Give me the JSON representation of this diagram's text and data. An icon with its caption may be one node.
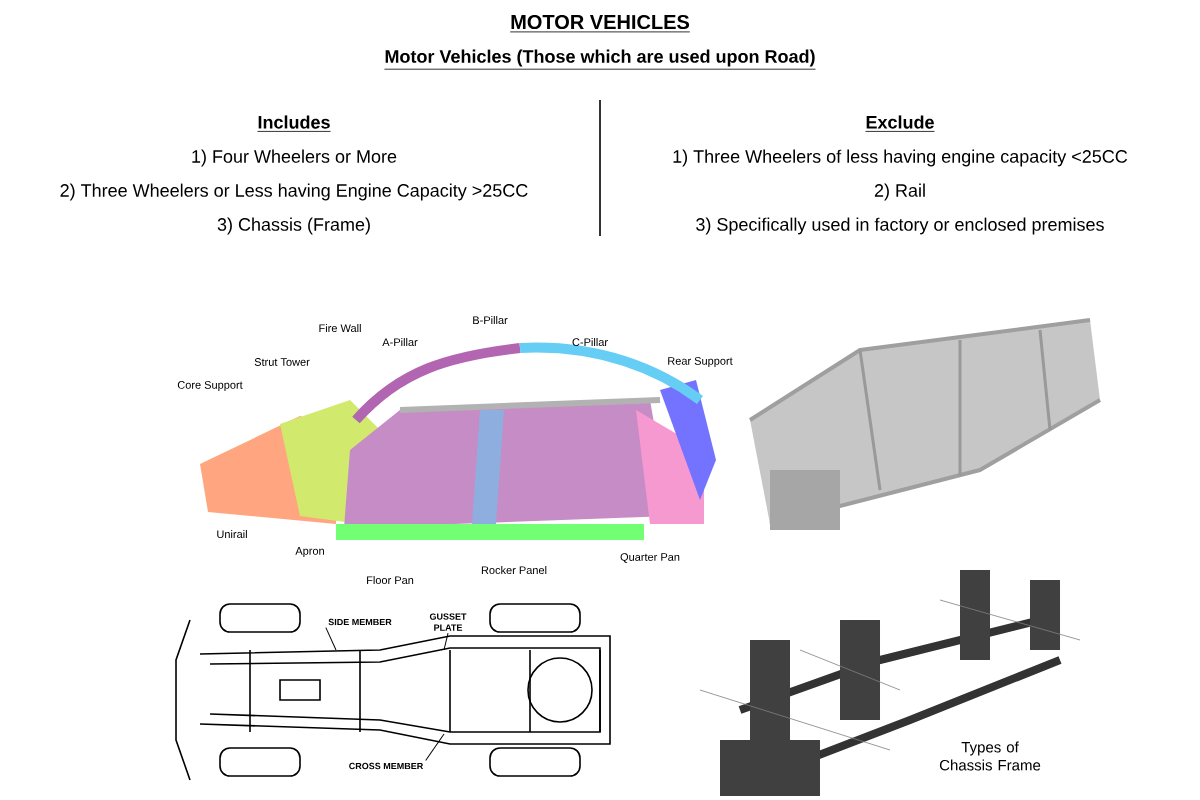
{
  "diagram": {
    "title": "MOTOR VEHICLES",
    "nodes": [
      {
        "text": [
          "SIDE MEMBER"
        ]
      },
      {
        "text": [
          "GUSSET PLATE"
        ]
      },
      {
        "text": [
          "CROSS MEMBER"
        ]
      }
    ],
    "edges": [
      {
        "from": 0,
        "to": null,
        "arrow": "none"
      },
      {
        "from": 1,
        "to": null,
        "arrow": "none"
      },
      {
        "from": 2,
        "to": null,
        "arrow": "none"
      }
    ],
    "labels": [
      "Motor Vehicles (Those which are used upon Road)",
      "Includes",
      "1) Four Wheelers or More",
      "2) Three Wheelers or Less having Engine Capacity >25CC",
      "3) Chassis (Frame)",
      "Exclude",
      "1) Three Wheelers of less having engine capacity <25CC",
      "2) Rail",
      "3) Specifically used in factory or enclosed premises",
      "Fire Wall",
      "A-Pillar",
      "B-Pillar",
      "C-Pillar",
      "Strut Tower",
      "Rear Support",
      "Core Support",
      "Unirail",
      "Apron",
      "Floor Pan",
      "Rocker Panel",
      "Quarter Pan",
      "Types of Chassis Frame"
    ]
  }
}
